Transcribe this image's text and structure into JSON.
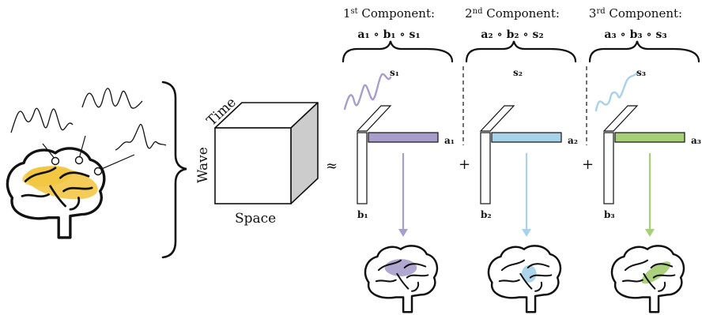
{
  "diagram": {
    "cube_labels": {
      "time": "Time",
      "wave": "Wave",
      "space": "Space"
    },
    "approx_symbol": "≈",
    "plus_symbol": "+",
    "components": [
      {
        "title_num": "1",
        "title_sup": "st",
        "title_text": " Component:",
        "formula": "a₁ ∘ b₁ ∘ s₁",
        "s_label": "s₁",
        "a_label": "a₁",
        "b_label": "b₁",
        "color": "#a89ecb",
        "dark": "#8779b8"
      },
      {
        "title_num": "2",
        "title_sup": "nd",
        "title_text": " Component:",
        "formula": "a₂ ∘ b₂ ∘ s₂",
        "s_label": "s₂",
        "a_label": "a₂",
        "b_label": "b₂",
        "color": "#a8d2ea",
        "dark": "#7fb8dc"
      },
      {
        "title_num": "3",
        "title_sup": "rd",
        "title_text": " Component:",
        "formula": "a₃ ∘ b₃ ∘ s₃",
        "s_label": "s₃",
        "a_label": "a₃",
        "b_label": "b₃",
        "color": "#a6cf78",
        "dark": "#88bc52"
      }
    ],
    "colors": {
      "highlight_yellow": "#f2c43b",
      "cube_side": "#cccccc",
      "ink": "#111111"
    }
  }
}
